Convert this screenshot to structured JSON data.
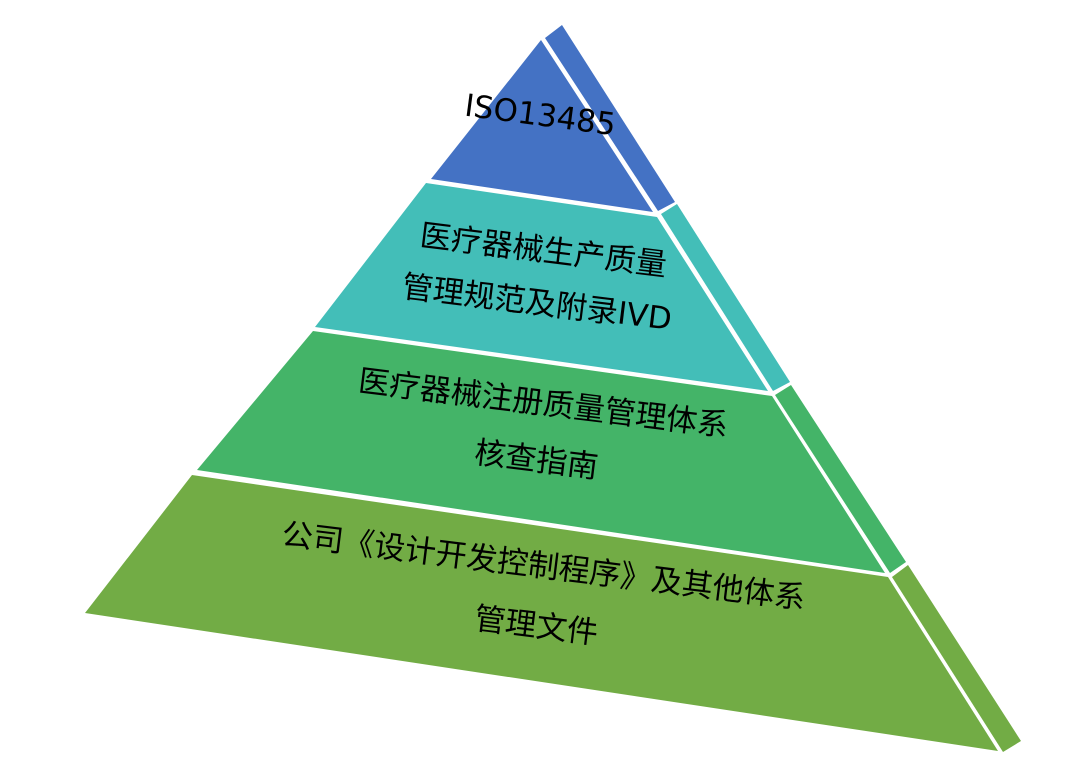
{
  "diagram": {
    "type": "pyramid",
    "tiers": [
      {
        "lines": [
          "ISO13485"
        ],
        "color": "#4472C4"
      },
      {
        "lines": [
          "医疗器械生产质量",
          "管理规范及附录IVD"
        ],
        "color": "#43BEB8"
      },
      {
        "lines": [
          "医疗器械注册质量管理体系",
          "核查指南"
        ],
        "color": "#44B468"
      },
      {
        "lines": [
          "公司《设计开发控制程序》及其他体系",
          "管理文件"
        ],
        "color": "#72AC45"
      }
    ]
  }
}
